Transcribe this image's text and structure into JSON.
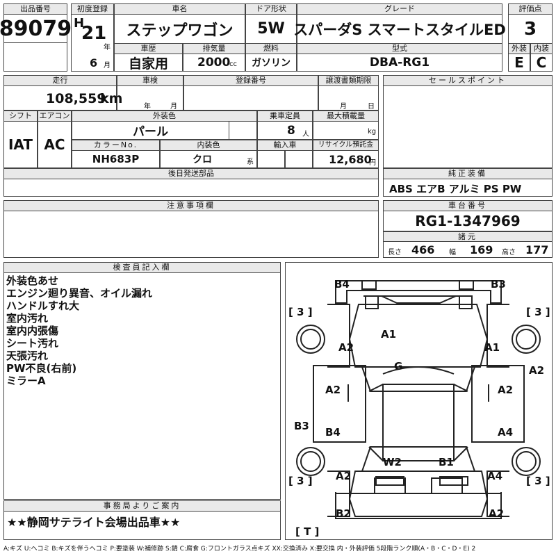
{
  "lot": {
    "label": "出品番号",
    "value": "89079"
  },
  "first_reg": {
    "label": "初度登録",
    "era": "H",
    "year": "21",
    "year_unit": "年",
    "month": "6",
    "month_unit": "月"
  },
  "car_name": {
    "label": "車名",
    "value": "ステップワゴン"
  },
  "doors": {
    "label": "ドア形状",
    "value": "5W"
  },
  "grade": {
    "label": "グレード",
    "value": "スパーダS スマートスタイルED"
  },
  "score": {
    "label": "評価点",
    "value": "3",
    "ext_label": "外装",
    "ext_value": "E",
    "int_label": "内装",
    "int_value": "C"
  },
  "history": {
    "label": "車歴",
    "value": "自家用"
  },
  "displacement": {
    "label": "排気量",
    "value": "2000",
    "unit": "cc"
  },
  "fuel": {
    "label": "燃料",
    "value": "ガソリン"
  },
  "model": {
    "label": "型式",
    "value": "DBA-RG1"
  },
  "mileage": {
    "label": "走行",
    "value": "108,559",
    "unit": "km"
  },
  "inspection": {
    "label": "車検",
    "year_unit": "年",
    "month_unit": "月"
  },
  "registration_no": {
    "label": "登録番号"
  },
  "transfer_deadline": {
    "label": "譲渡書類期限",
    "month_unit": "月",
    "day_unit": "日"
  },
  "shift": {
    "label": "シフト",
    "value": "IAT"
  },
  "aircon": {
    "label": "エアコン",
    "value": "AC"
  },
  "exterior_color": {
    "label": "外装色",
    "value": "パール"
  },
  "capacity": {
    "label": "乗車定員",
    "value": "8",
    "unit": "人"
  },
  "max_load": {
    "label": "最大積載量",
    "unit": "kg"
  },
  "color_no": {
    "label": "カラーNo.",
    "value": "NH683P"
  },
  "interior_color": {
    "label": "内装色",
    "value": "クロ",
    "suffix": "系"
  },
  "import": {
    "label": "輸入車"
  },
  "recycle": {
    "label": "リサイクル預託金",
    "value": "12,680",
    "unit": "円"
  },
  "later_parts": {
    "label": "後日発送部品"
  },
  "sales_points": {
    "label": "セールスポイント"
  },
  "equipment": {
    "label": "純正装備",
    "value": "ABS エアB アルミ PS PW"
  },
  "notes": {
    "label": "注意事項欄"
  },
  "chassis": {
    "label": "車台番号",
    "value": "RG1-1347969"
  },
  "specs": {
    "label": "諸元",
    "length_label": "長さ",
    "length": "466",
    "width_label": "幅",
    "width": "169",
    "height_label": "高さ",
    "height": "177"
  },
  "inspector": {
    "label": "検査員記入欄",
    "lines": [
      "外装色あせ",
      "エンジン廻り異音、オイル漏れ",
      "ハンドルすれ大",
      "室内汚れ",
      "室内内張傷",
      "シート汚れ",
      "天張汚れ",
      "PW不良(右前)",
      "ミラーA"
    ]
  },
  "office": {
    "label": "事務局よりご案内",
    "value": "★★静岡サテライト会場出品車★★"
  },
  "diagram": {
    "marks": {
      "b4_top": "B4",
      "b3_top": "B3",
      "a1_hood": "A1",
      "a2_left_front": "A2",
      "a1_right_front": "A1",
      "a2_far_right": "A2",
      "g_windshield": "G",
      "a2_left_door": "A2",
      "a2_right_door": "A2",
      "b3_left": "B3",
      "b4_left_rear": "B4",
      "a4_right_rear": "A4",
      "w2_rear": "W2",
      "b1_rear": "B1",
      "a2_left_bottom": "A2",
      "a4_right_bottom": "A4",
      "b2_bottom": "B2",
      "a2_bottom_right": "A2"
    },
    "tyres": {
      "fl": "3",
      "fr": "3",
      "rl": "3",
      "rr": "3",
      "spare": "T"
    }
  },
  "legend": "A:キズ U:ヘコミ B:キズを伴うヘコミ P:要塗装 W:補修跡 S:錆 C:腐食 G:フロントガラス点キズ XX:交換済み X:要交換 内・外装評価 5段階ランク順(A・B・C・D・E) 2"
}
